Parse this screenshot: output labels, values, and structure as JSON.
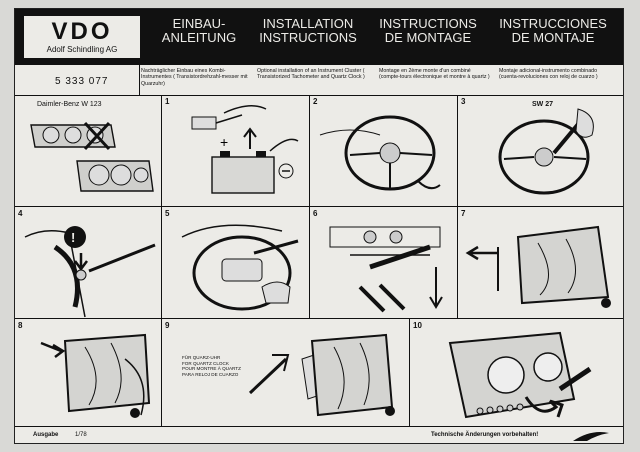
{
  "brand": {
    "logo": "VDO",
    "company": "Adolf Schindling AG"
  },
  "header": {
    "columns": [
      {
        "line1": "EINBAU-",
        "line2": "ANLEITUNG"
      },
      {
        "line1": "INSTALLATION",
        "line2": "INSTRUCTIONS"
      },
      {
        "line1": "INSTRUCTIONS",
        "line2": "DE MONTAGE"
      },
      {
        "line1": "INSTRUCCIONES",
        "line2": "DE MONTAJE"
      }
    ]
  },
  "part_number": "5 333 077",
  "descriptions": [
    "Nachträglicher Einbau eines Kombi-Instrumentes ( Transistordrehzahl-messer mit Quarzuhr)",
    "Optional installation of an Instrument Cluster ( Transistorized Tachometer and Quartz Clock )",
    "Montage en 2ème monte d'un combiné (compte-tours électronique et montre à quartz )",
    "Montaje adicional-instrumento combinado (cuenta-revoluciones con reloj de cuarzo )"
  ],
  "panels": [
    {
      "number": "",
      "label": "Daimler-Benz   W 123"
    },
    {
      "number": "1",
      "label": ""
    },
    {
      "number": "2",
      "label": ""
    },
    {
      "number": "3",
      "label": "SW 27"
    },
    {
      "number": "4",
      "label": ""
    },
    {
      "number": "5",
      "label": ""
    },
    {
      "number": "6",
      "label": ""
    },
    {
      "number": "7",
      "label": ""
    },
    {
      "number": "8",
      "label": ""
    },
    {
      "number": "9",
      "label": ""
    },
    {
      "number": "10",
      "label": ""
    }
  ],
  "quartz_note": [
    "FÜR QUARZ-UHR",
    "FOR QUARTZ CLOCK",
    "POUR MONTRE À QUARTZ",
    "PARA RELOJ DE CUARZO"
  ],
  "footer": {
    "edition_label": "Ausgabe",
    "edition": "1/78",
    "disclaimer": "Technische Änderungen vorbehalten!"
  }
}
